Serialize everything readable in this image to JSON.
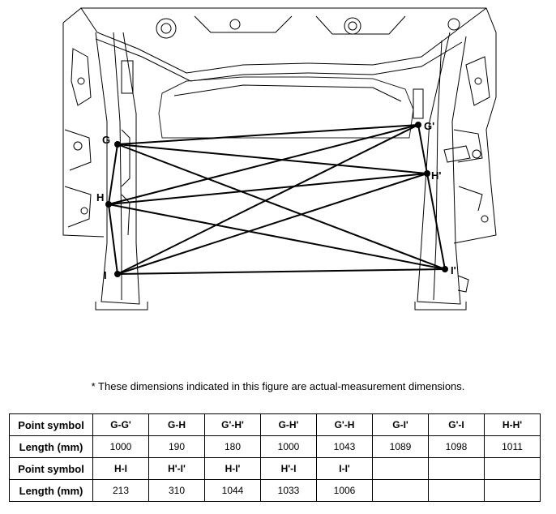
{
  "figure": {
    "points": [
      {
        "id": "G",
        "label": "G"
      },
      {
        "id": "H",
        "label": "H"
      },
      {
        "id": "I",
        "label": "I"
      },
      {
        "id": "Gp",
        "label": "G'"
      },
      {
        "id": "Hp",
        "label": "H'"
      },
      {
        "id": "Ip",
        "label": "I'"
      }
    ]
  },
  "note": "* These dimensions indicated in this figure are actual-measurement dimensions.",
  "table": {
    "row_header_symbol": "Point symbol",
    "row_header_length": "Length (mm)",
    "groups": [
      {
        "symbols": [
          "G-G'",
          "G-H",
          "G'-H'",
          "G-H'",
          "G'-H",
          "G-I'",
          "G'-I",
          "H-H'"
        ],
        "lengths": [
          "1000",
          "190",
          "180",
          "1000",
          "1043",
          "1089",
          "1098",
          "1011"
        ]
      },
      {
        "symbols": [
          "H-I",
          "H'-I'",
          "H-I'",
          "H'-I",
          "I-I'",
          "",
          "",
          ""
        ],
        "lengths": [
          "213",
          "310",
          "1044",
          "1033",
          "1006",
          "",
          "",
          ""
        ]
      }
    ]
  }
}
